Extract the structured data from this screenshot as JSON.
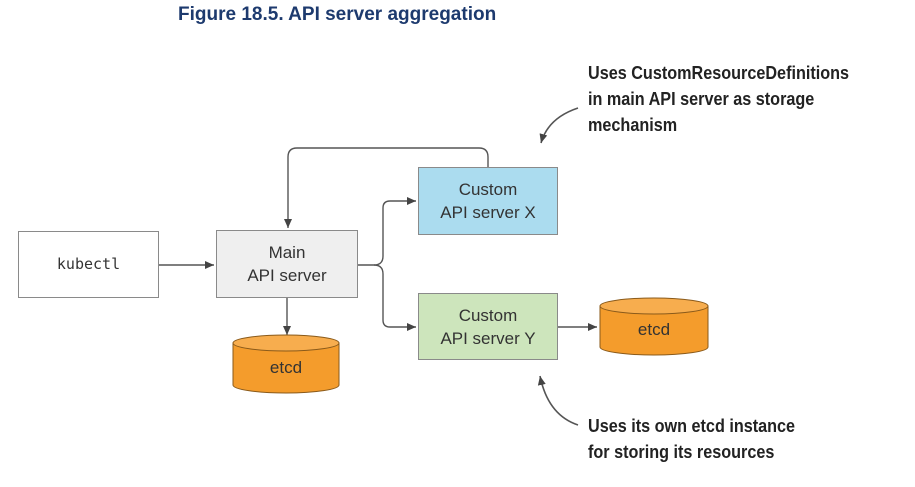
{
  "figure": {
    "title": "Figure 18.5. API server aggregation"
  },
  "nodes": {
    "kubectl": {
      "label": "kubectl"
    },
    "main_api": {
      "line1": "Main",
      "line2": "API server"
    },
    "custom_x": {
      "line1": "Custom",
      "line2": "API server X"
    },
    "custom_y": {
      "line1": "Custom",
      "line2": "API server Y"
    },
    "etcd_main": {
      "label": "etcd"
    },
    "etcd_y": {
      "label": "etcd"
    }
  },
  "annotations": {
    "top": [
      "Uses CustomResourceDefinitions",
      "in main API server as storage",
      "mechanism"
    ],
    "bottom": [
      "Uses its own etcd instance",
      "for storing its resources"
    ]
  },
  "colors": {
    "title": "#1d3a6e",
    "custom_x_fill": "#abdcef",
    "custom_y_fill": "#cde5bc",
    "main_fill": "#efefef",
    "etcd_fill": "#f49c2c",
    "arrow": "#444444"
  }
}
